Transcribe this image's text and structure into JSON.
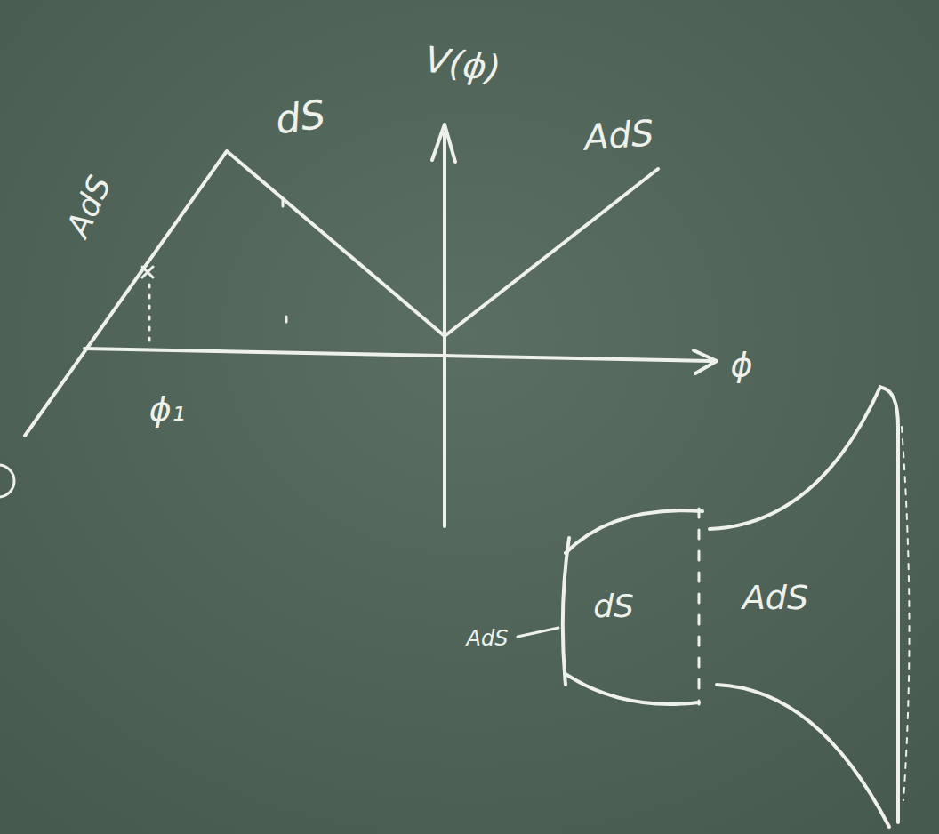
{
  "diagram": {
    "labels": [
      "V(ϕ)",
      "dS",
      "AdS",
      "AdS",
      "ϕ",
      "ϕ₁",
      "AdS",
      "dS",
      "AdS"
    ]
  }
}
